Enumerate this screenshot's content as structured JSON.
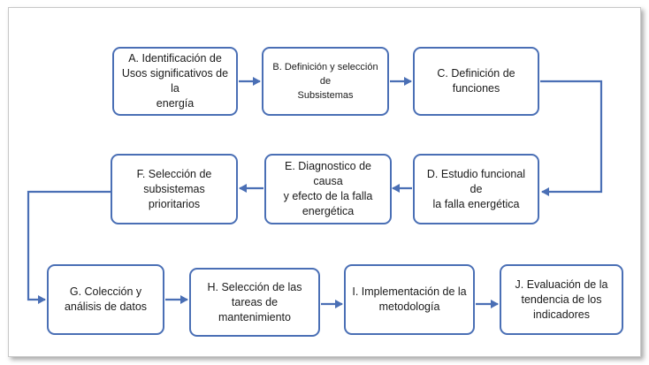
{
  "colors": {
    "box_border": "#4a6fb5",
    "arrow": "#4a6fb5",
    "text": "#1a1a1a"
  },
  "steps": {
    "a": "A.  Identificación de\nUsos significativos de la\nenergía",
    "b": "B.  Definición y selección de\nSubsistemas",
    "c": "C.  Definición de\nfunciones",
    "d": "D.  Estudio funcional de\nla falla energética",
    "e": "E.  Diagnostico de causa\ny efecto de la falla\nenergética",
    "f": "F.  Selección de\nsubsistemas prioritarios",
    "g": "G.  Colección y\nanálisis de datos",
    "h": "H.  Selección de las\ntareas de\nmantenimiento",
    "i": "I.  Implementación de la\nmetodología",
    "j": "J.  Evaluación de la\ntendencia de los\nindicadores"
  }
}
